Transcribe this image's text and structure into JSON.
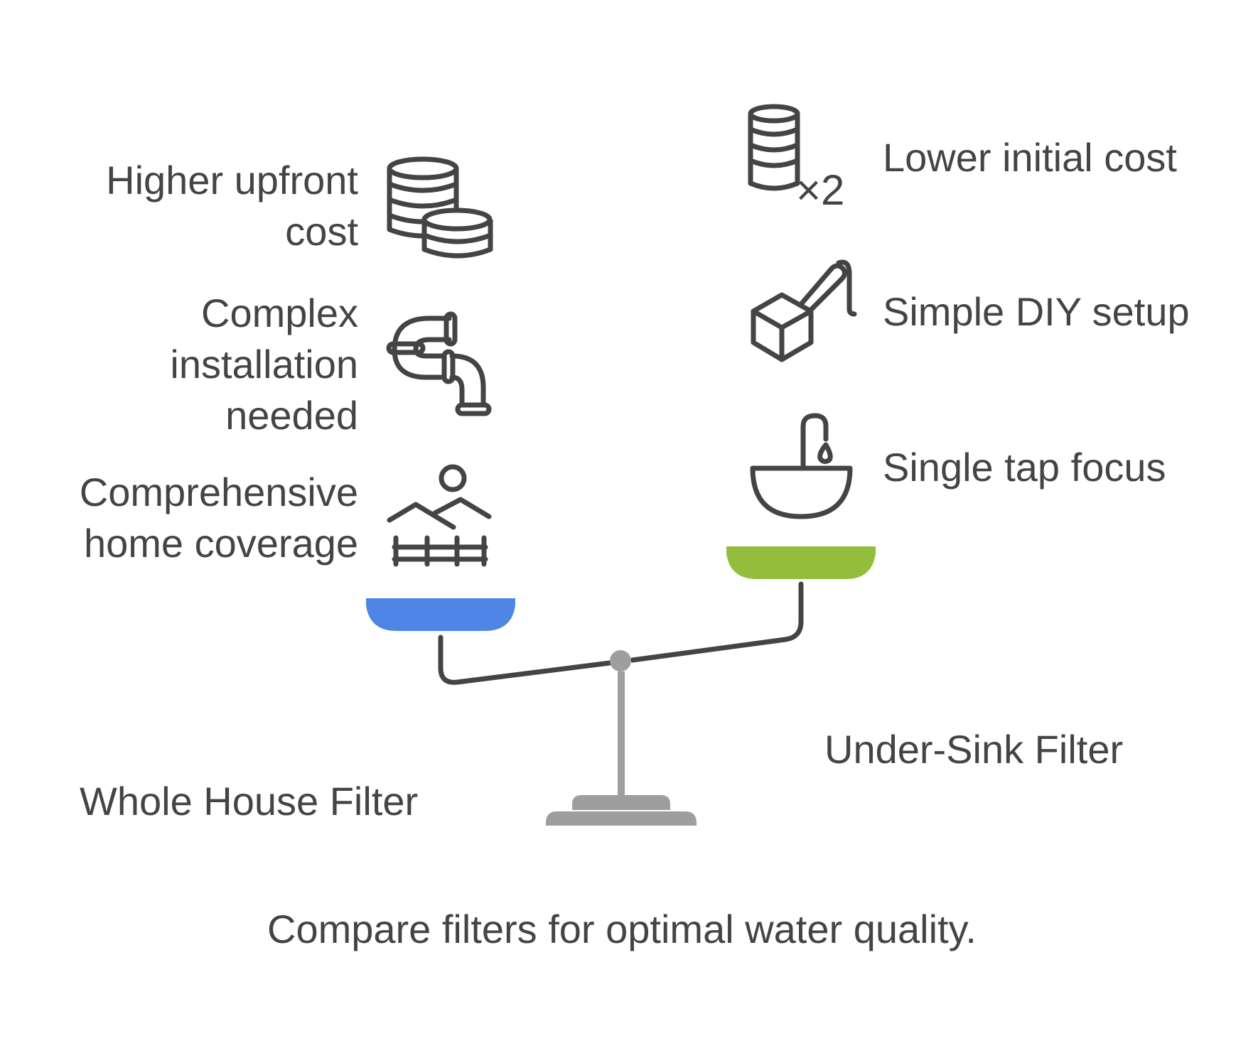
{
  "left": {
    "title": "Whole House Filter",
    "items": [
      {
        "label": "Higher upfront cost",
        "icon": "coin-stacks-icon"
      },
      {
        "label": "Complex\ninstallation\nneeded",
        "icon": "pipe-icon"
      },
      {
        "label": "Comprehensive\nhome coverage",
        "icon": "landscape-fence-icon"
      }
    ],
    "pan_color": "#4f86e6"
  },
  "right": {
    "title": "Under-Sink Filter",
    "items": [
      {
        "label": "Lower initial cost",
        "icon": "coin-stack-x2-icon",
        "multiplier": "×2"
      },
      {
        "label": "Simple DIY setup",
        "icon": "box-tool-icon"
      },
      {
        "label": "Single tap focus",
        "icon": "sink-tap-icon"
      }
    ],
    "pan_color": "#93be3b"
  },
  "caption": "Compare filters for optimal water quality.",
  "scale_color": "#9e9e9e"
}
